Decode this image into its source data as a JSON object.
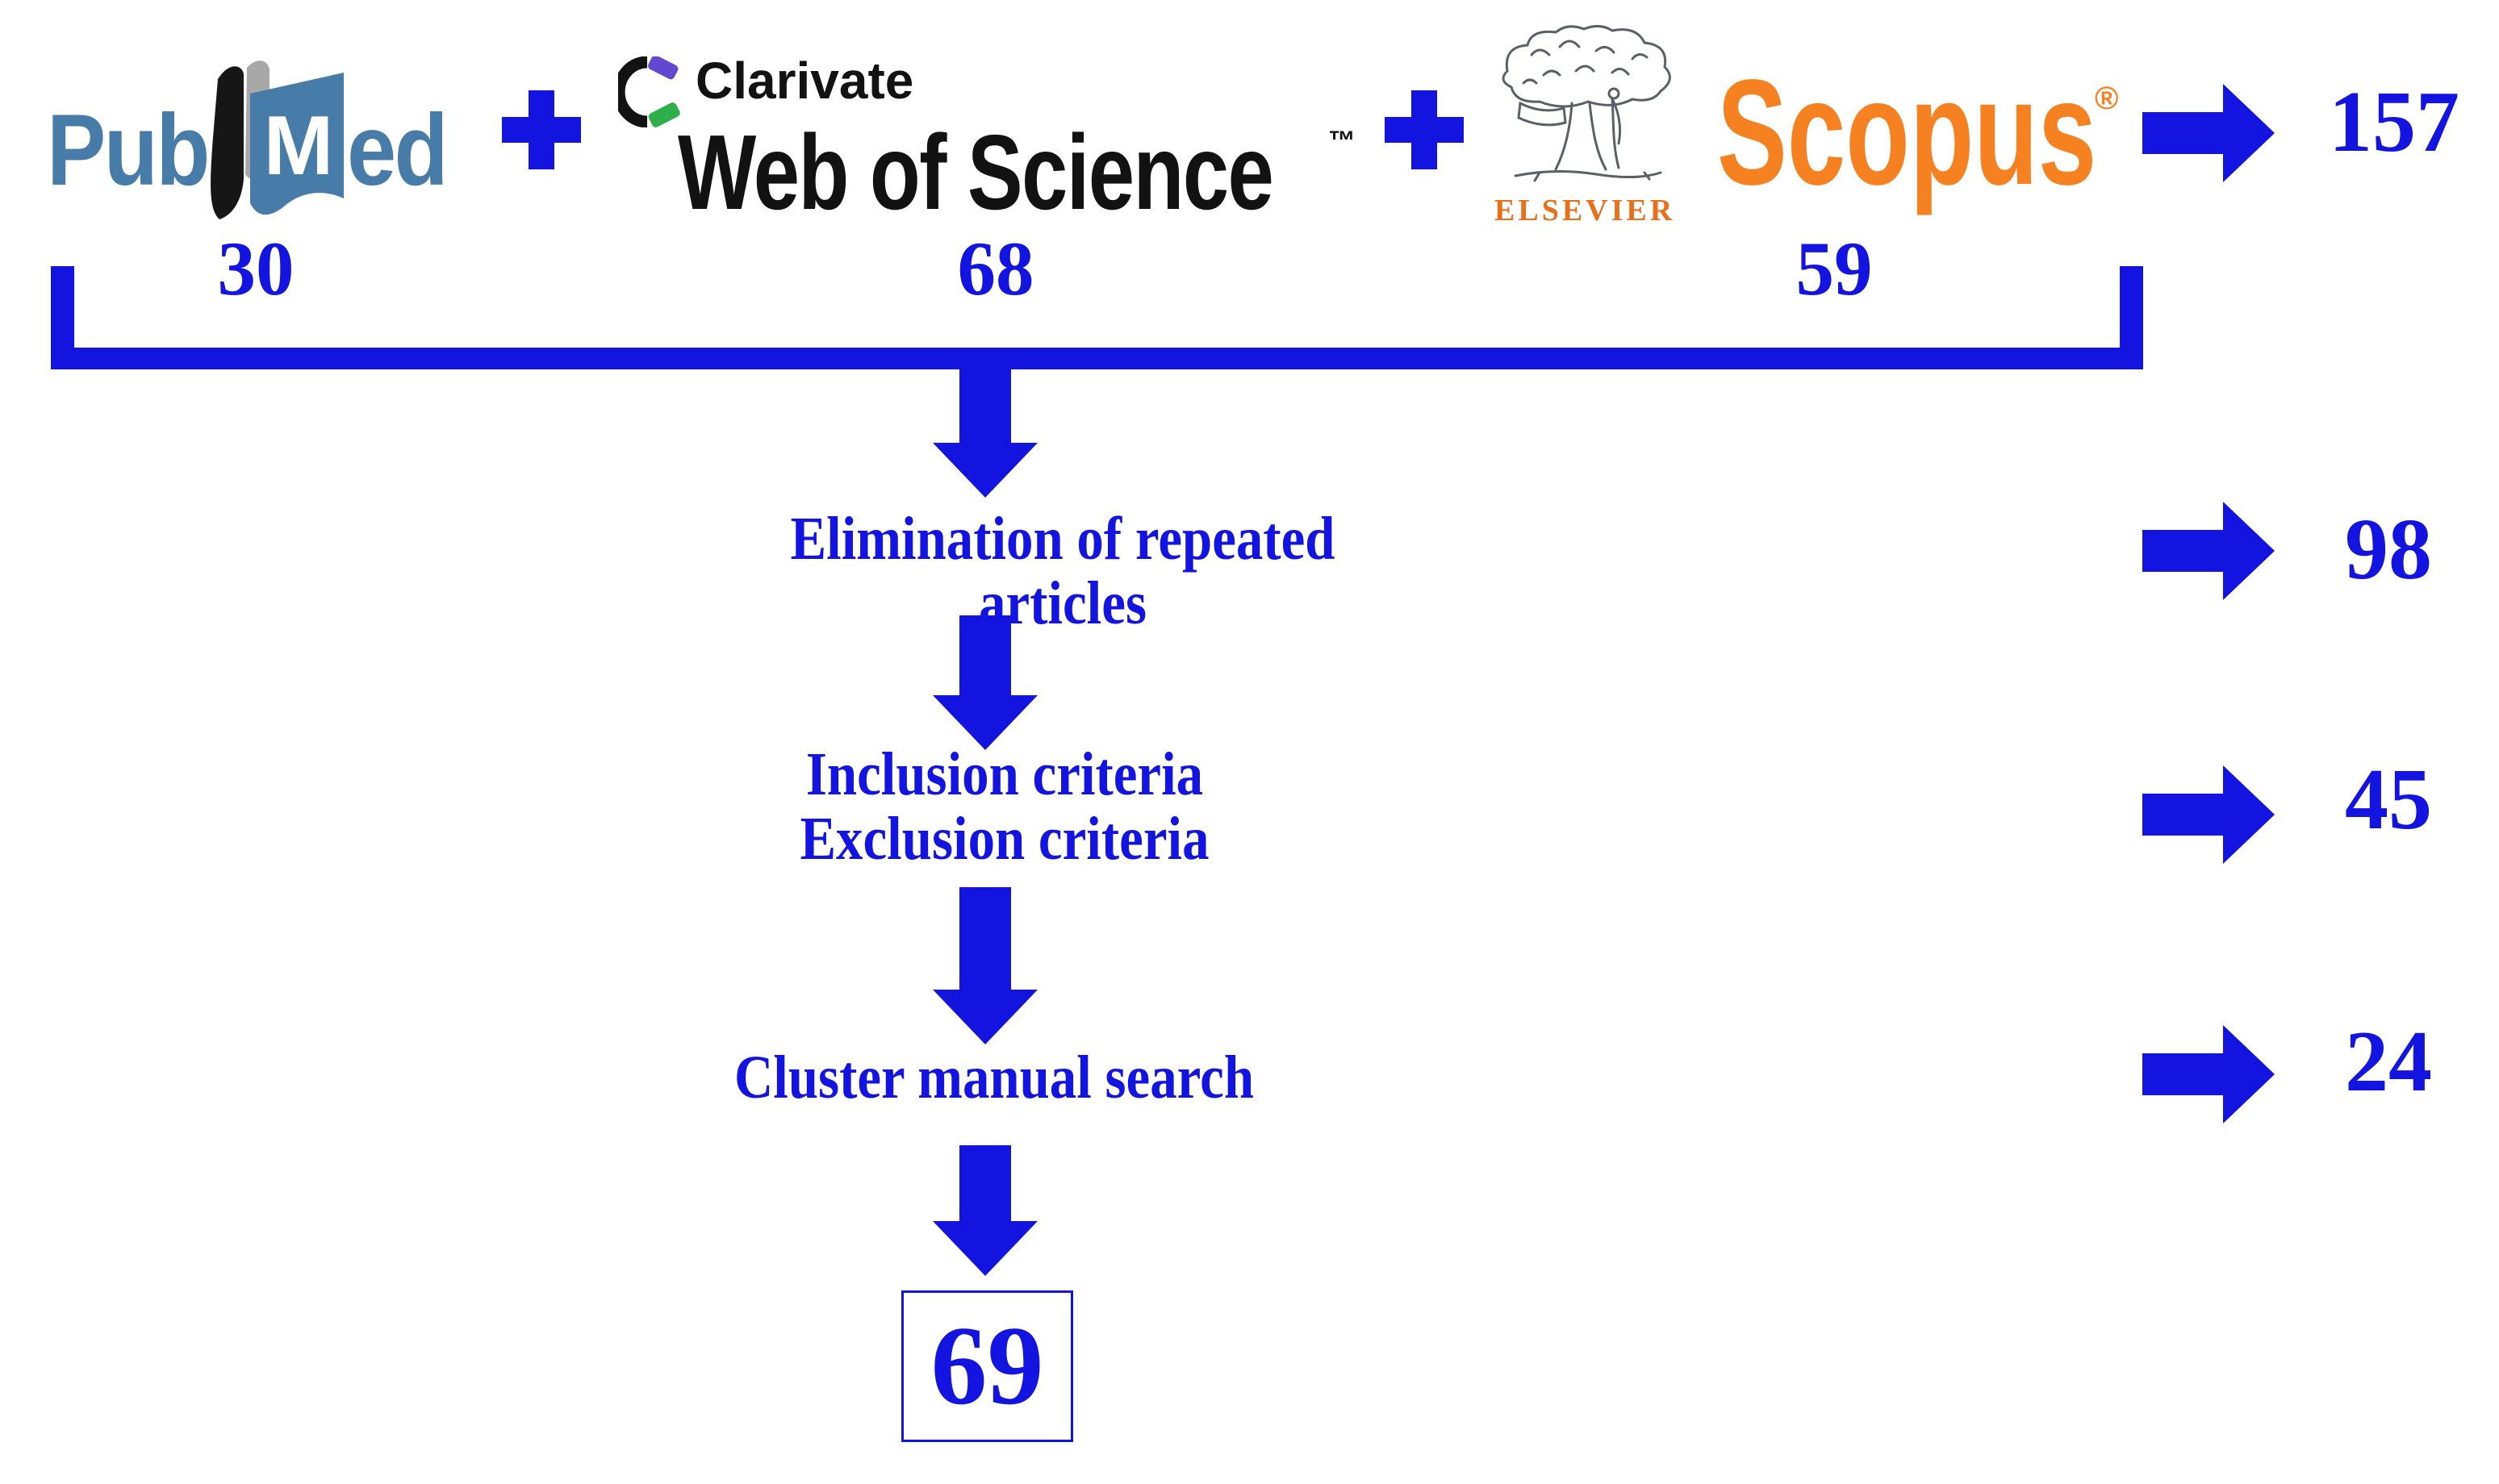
{
  "figure": {
    "type": "systematic-review-flow-diagram",
    "background": "#FFFFFF"
  },
  "palette": {
    "flow_blue": "#1414E1",
    "pubmed_blue": "#477CA9",
    "logo_black": "#121212",
    "clarivate_purple": "#6447D0",
    "clarivate_green": "#2FAF4A",
    "scopus_orange": "#F68121",
    "elsevier_orange": "#E8701A",
    "tree_gray": "#5B6067",
    "book_page_gray": "#A8A8A8"
  },
  "sources": {
    "pubmed": {
      "word_pub": "Pub",
      "book_letter": "M",
      "word_ed": "ed",
      "count": "30"
    },
    "wos": {
      "brand": "Clarivate",
      "name": "Web of Science",
      "tm": "™",
      "count": "68"
    },
    "scopus": {
      "name": "Scopus",
      "reg": "®",
      "publisher": "ELSEVIER",
      "count": "59"
    }
  },
  "merge_total": "157",
  "steps": [
    {
      "label_lines": [
        "Elimination of repeated articles"
      ],
      "count": "98"
    },
    {
      "label_lines": [
        "Inclusion criteria",
        "Exclusion criteria"
      ],
      "count": "45"
    },
    {
      "label_lines": [
        "Cluster manual search"
      ],
      "count": "24"
    }
  ],
  "final_count": "69"
}
